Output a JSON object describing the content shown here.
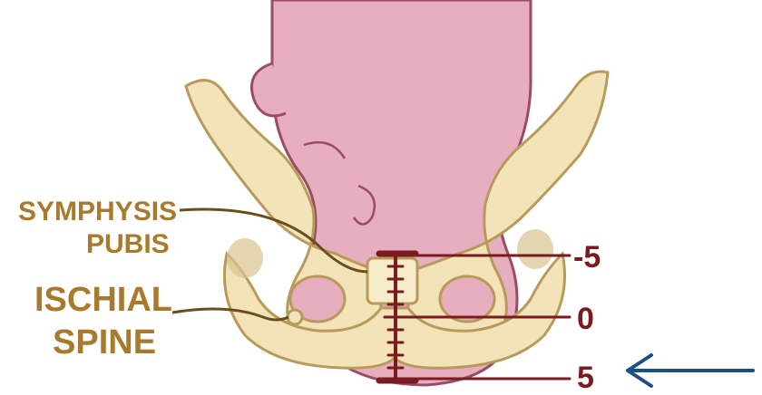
{
  "labels": {
    "symphysis_line1": "SYMPHYSIS",
    "symphysis_line2": "PUBIS",
    "ischial_line1": "ISCHIAL",
    "ischial_line2": "SPINE"
  },
  "station_scale": {
    "top": "-5",
    "middle": "0",
    "bottom": "5"
  },
  "indicator": {
    "icon": "arrow-left-icon",
    "points_to": "5"
  },
  "colors": {
    "label_text": "#a77a2d",
    "station_marks": "#7a1b1f",
    "bone": "#f2e3b8",
    "bone_outline": "#b89a5a",
    "fetal_head": "#e6aebf",
    "arrow": "#1d4f86"
  }
}
